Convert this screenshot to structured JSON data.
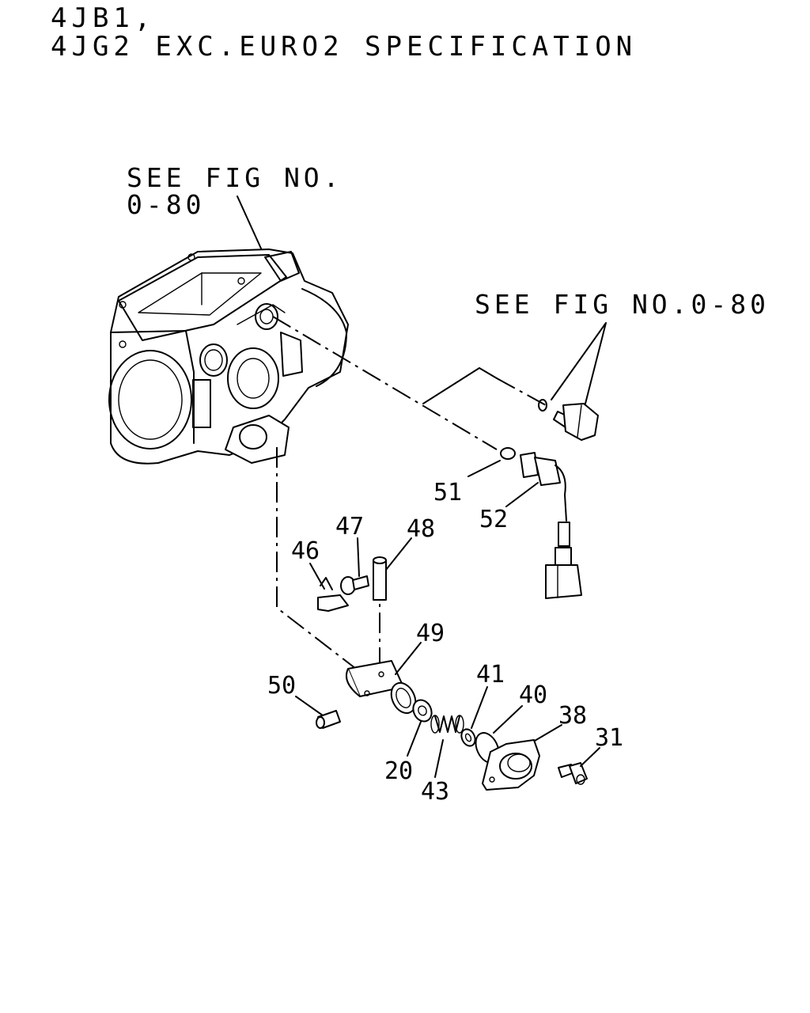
{
  "header": {
    "title_line1": "4JB1,",
    "title_line2": "4JG2 EXC.EURO2 SPECIFICATION"
  },
  "references": {
    "body_ref_line1": "SEE FIG NO.",
    "body_ref_line2": "0-80",
    "bolt_ref": "SEE FIG NO.0-80"
  },
  "callouts": {
    "p51": "51",
    "p52": "52",
    "p46": "46",
    "p47": "47",
    "p48": "48",
    "p49": "49",
    "p50": "50",
    "p41": "41",
    "p40": "40",
    "p38": "38",
    "p31": "31",
    "p20": "20",
    "p43": "43"
  }
}
